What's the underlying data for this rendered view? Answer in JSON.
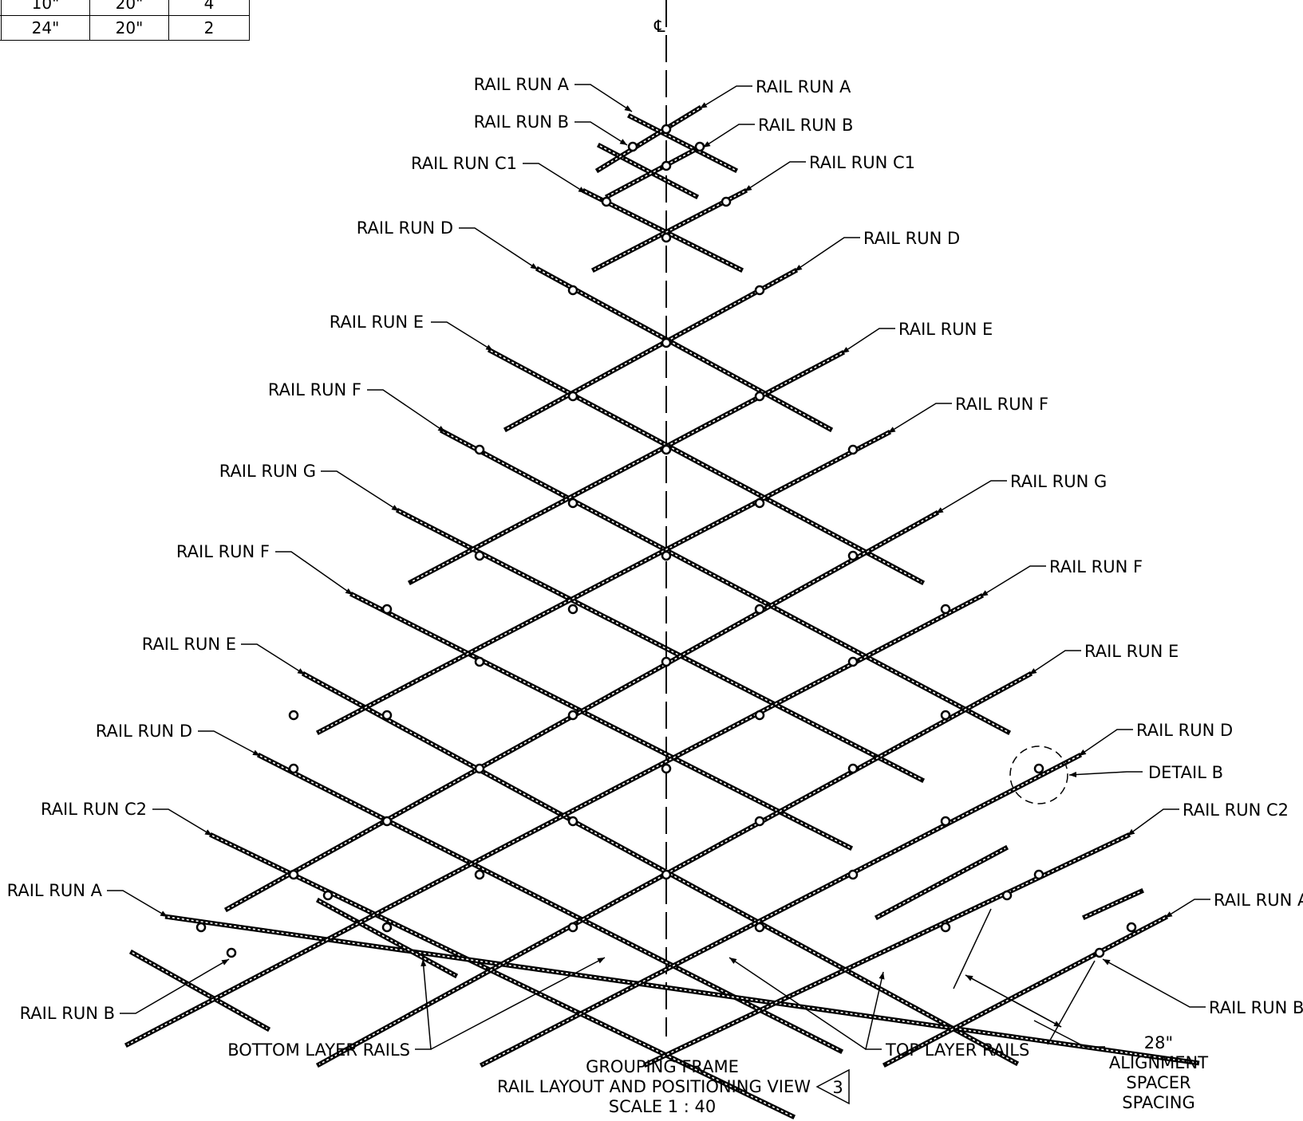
{
  "table": {
    "rows": [
      [
        "",
        "10\"",
        "20\"",
        "4"
      ],
      [
        "",
        "24\"",
        "20\"",
        "2"
      ]
    ]
  },
  "centerline_symbol": "℄",
  "labels": {
    "run_a": "RAIL RUN A",
    "run_b": "RAIL RUN B",
    "run_c1": "RAIL RUN C1",
    "run_c2": "RAIL RUN C2",
    "run_d": "RAIL RUN D",
    "run_e": "RAIL RUN E",
    "run_f": "RAIL RUN F",
    "run_g": "RAIL RUN G",
    "detail_b": "DETAIL B",
    "bottom_layer": "BOTTOM LAYER RAILS",
    "top_layer": "TOP LAYER RAILS"
  },
  "spacing_note": [
    "28\"",
    "ALIGNMENT",
    "SPACER",
    "SPACING"
  ],
  "title": {
    "line1": "GROUPING FRAME",
    "line2": "RAIL LAYOUT AND POSITIONING VIEW",
    "view_number": "3",
    "line3": "SCALE 1 : 40"
  }
}
